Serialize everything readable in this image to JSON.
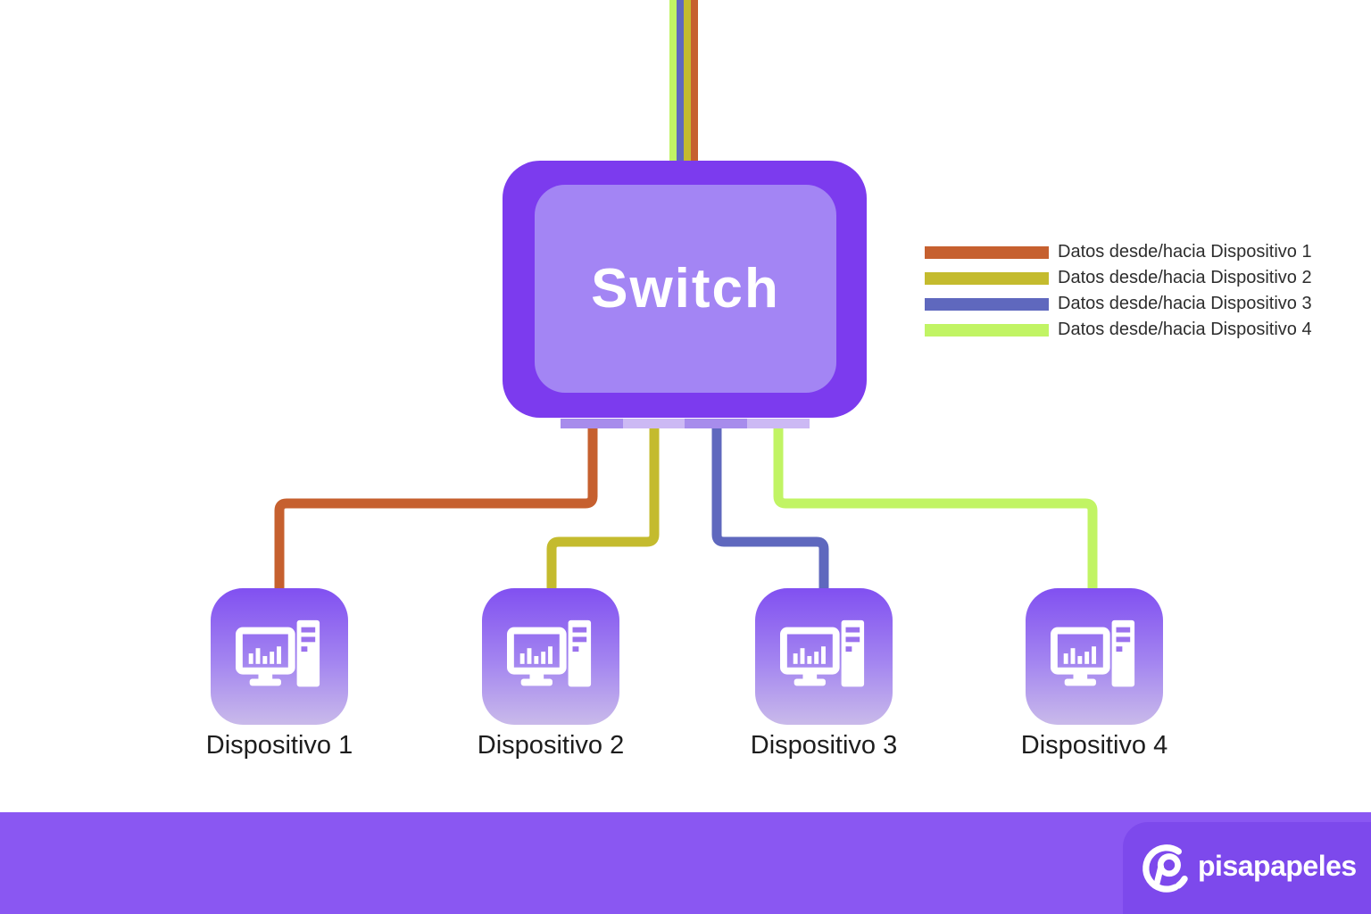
{
  "diagram": {
    "switch": {
      "label": "Switch"
    },
    "legend": {
      "items": [
        {
          "label": "Datos desde/hacia Dispositivo 1",
          "color": "#c6602f"
        },
        {
          "label": "Datos desde/hacia Dispositivo 2",
          "color": "#c4bb2e"
        },
        {
          "label": "Datos desde/hacia Dispositivo 3",
          "color": "#5f68be"
        },
        {
          "label": "Datos desde/hacia Dispositivo 4",
          "color": "#c1f464"
        }
      ]
    },
    "devices": [
      {
        "label": "Dispositivo 1",
        "cable_color": "#c6602f"
      },
      {
        "label": "Dispositivo 2",
        "cable_color": "#c4bb2e"
      },
      {
        "label": "Dispositivo 3",
        "cable_color": "#5f68be"
      },
      {
        "label": "Dispositivo 4",
        "cable_color": "#c1f464"
      }
    ]
  },
  "footer": {
    "brand": "pisapapeles"
  },
  "theme": {
    "switch_body": "#7c3bee",
    "switch_screen": "#a385f4",
    "port_dark": "#a78cec",
    "port_light": "#ccb9f4",
    "device_gradient": "linear-gradient(180deg, #8150f1 0%, #a486f0 55%, #c9baea 100%)",
    "footer_bar": "#8a57f2",
    "logo_chip": "#7d49ec"
  }
}
